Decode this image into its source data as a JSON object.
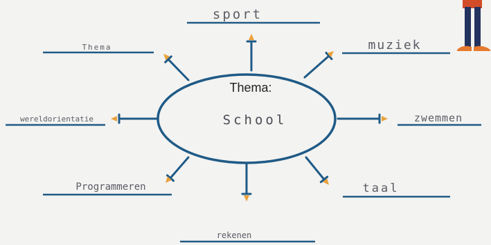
{
  "center": {
    "heading": "Thema:",
    "topic": "School"
  },
  "branches": [
    {
      "id": "top",
      "label": "sport"
    },
    {
      "id": "top-right",
      "label": "muziek"
    },
    {
      "id": "right",
      "label": "zwemmen"
    },
    {
      "id": "bottom-right",
      "label": "taal"
    },
    {
      "id": "bottom",
      "label": "rekenen"
    },
    {
      "id": "bottom-left",
      "label": "Programmeren"
    },
    {
      "id": "left",
      "label": "wereldorientatie"
    },
    {
      "id": "top-left",
      "label": "Thema"
    }
  ],
  "colors": {
    "ink_blue": "#1f5a86",
    "arrow_orange": "#e9a13c",
    "pencil": "#5b5b66",
    "person_red": "#d24c2a",
    "person_navy": "#23335f",
    "shoe_orange": "#e57a2e"
  }
}
